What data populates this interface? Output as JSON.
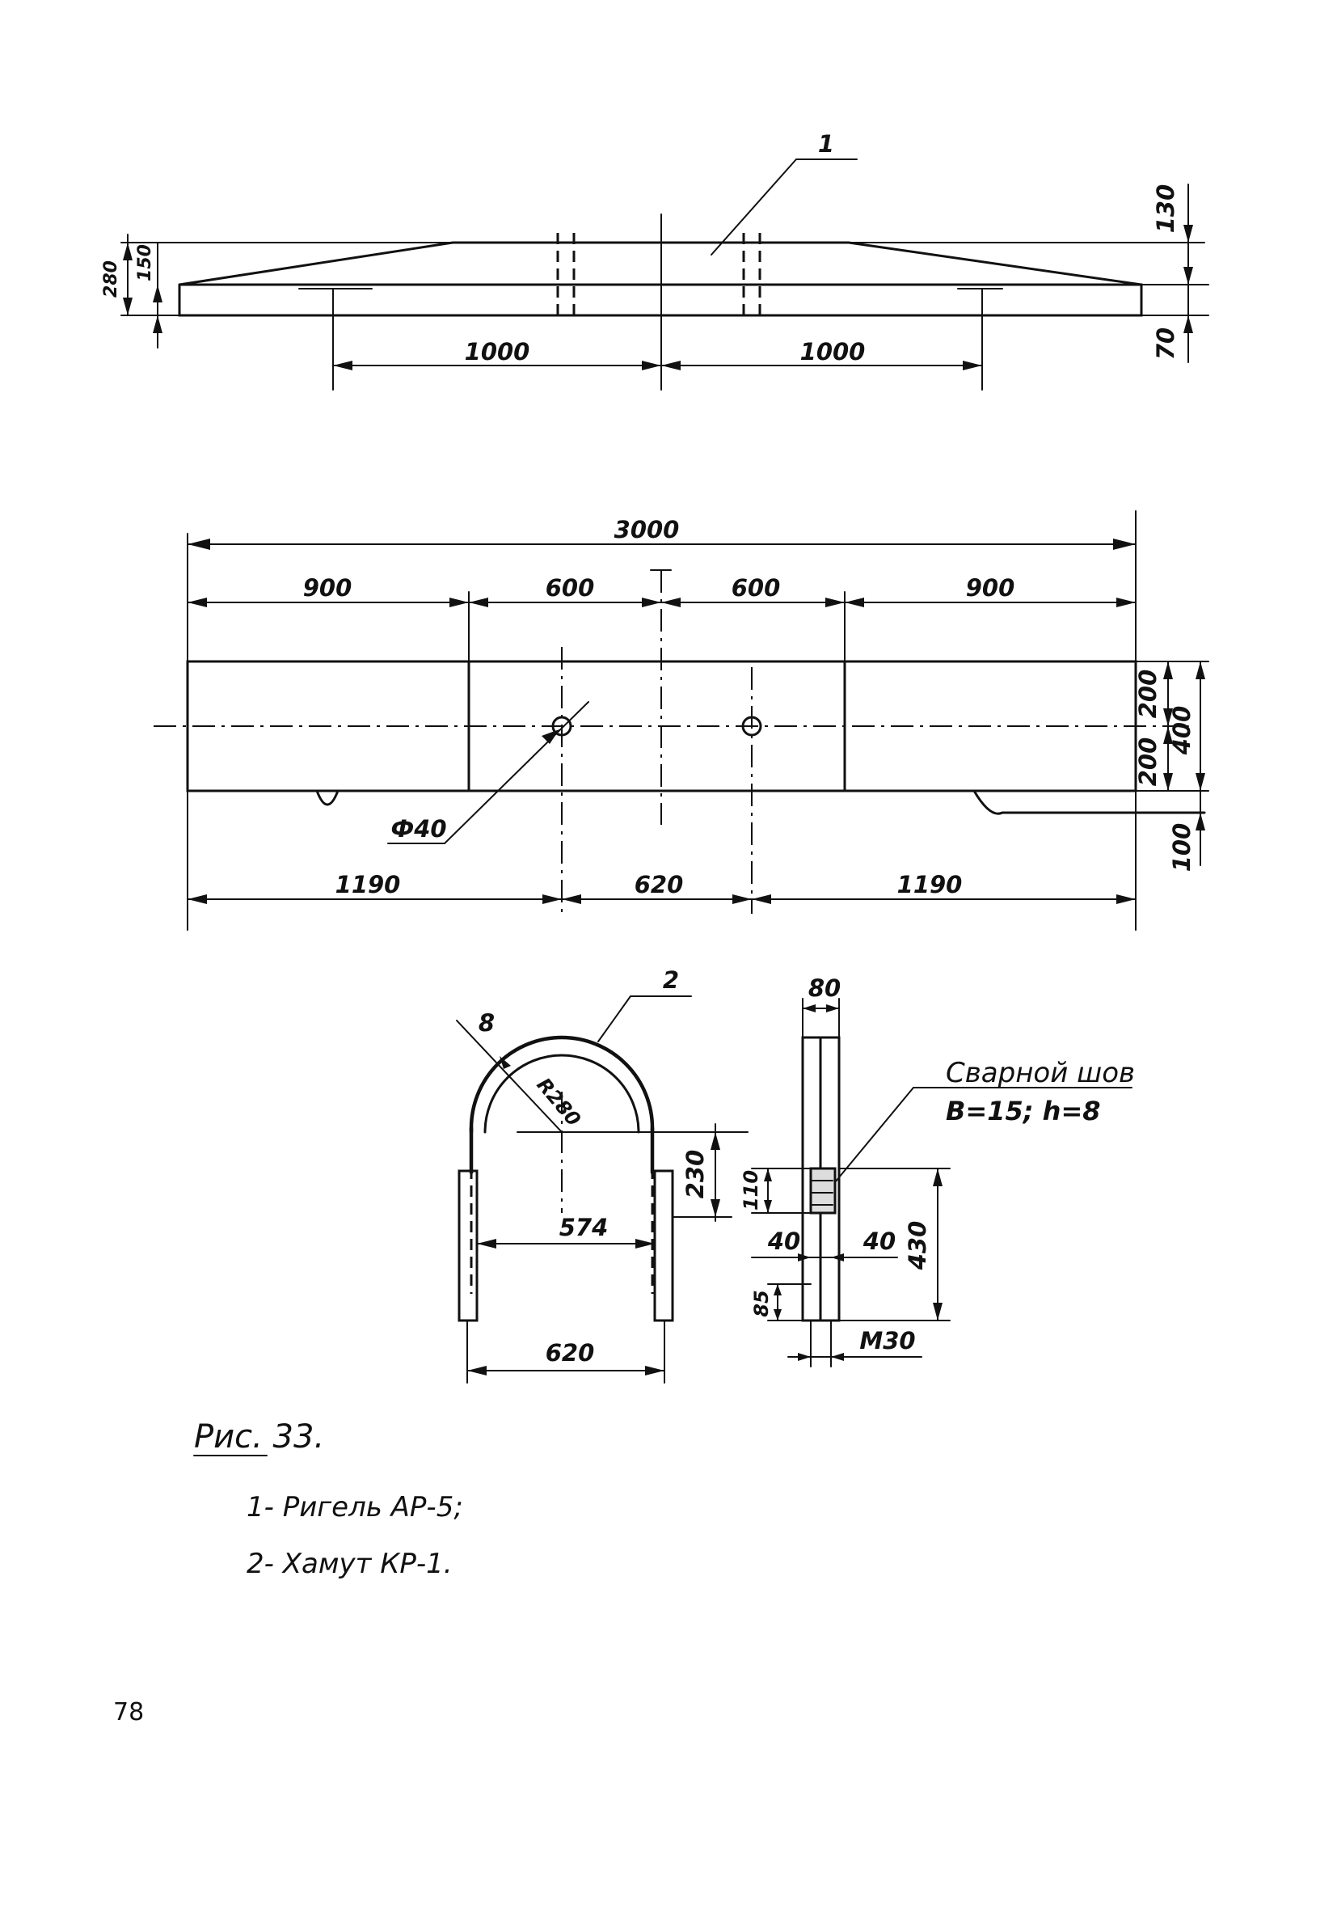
{
  "side_view": {
    "callout": "1",
    "dims": {
      "left_length": "1000",
      "right_length": "1000",
      "top_rise": "130",
      "bottom_thickness": "70",
      "total_height": "280",
      "end_height": "150"
    }
  },
  "plan_view": {
    "dims": {
      "overall": "3000",
      "seg_left": "900",
      "seg_mid_left": "600",
      "seg_mid_right": "600",
      "seg_right": "900",
      "hole_diameter": "Ф40",
      "hole_offset_left": "1190",
      "hole_spacing": "620",
      "hole_offset_right": "1190",
      "half_width_top": "200",
      "half_width_bottom": "200",
      "width": "400",
      "lug_offset": "100"
    }
  },
  "clamp_view": {
    "callout": "2",
    "diameter": "8",
    "radius": "R280",
    "straight_height": "230",
    "inner_span": "574",
    "outer_span": "620"
  },
  "clamp_side_view": {
    "width": "80",
    "weld_title": "Сварной шов",
    "weld_params": "В=15; h=8",
    "weld_length": "110",
    "thread_length": "430",
    "left_off": "40",
    "right_off": "40",
    "nut_length": "85",
    "thread_size": "М30"
  },
  "caption": {
    "title": "Рис. 33.",
    "item1": "1- Ригель  АР-5;",
    "item2": "2- Хамут  КР-1."
  },
  "page_number": "78"
}
